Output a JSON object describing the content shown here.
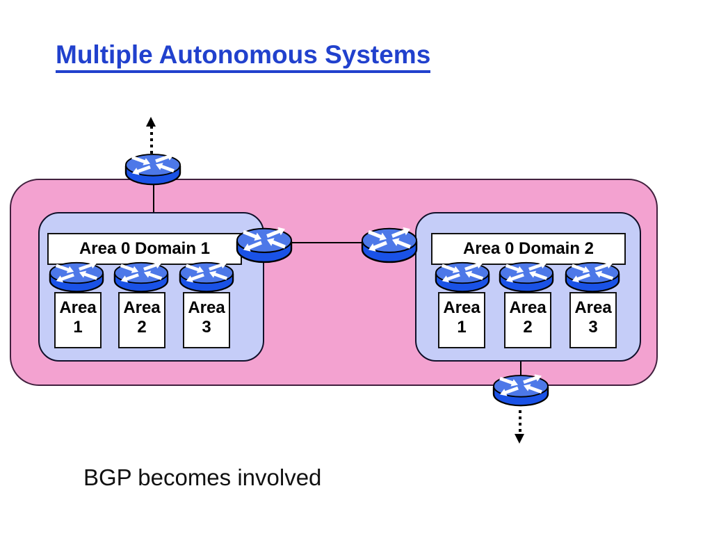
{
  "slide": {
    "title": "Multiple Autonomous Systems",
    "caption": "BGP becomes involved"
  },
  "diagram": {
    "domains": [
      {
        "label": "Area 0 Domain 1",
        "areas": [
          {
            "line1": "Area",
            "line2": "1"
          },
          {
            "line1": "Area",
            "line2": "2"
          },
          {
            "line1": "Area",
            "line2": "3"
          }
        ]
      },
      {
        "label": "Area 0 Domain 2",
        "areas": [
          {
            "line1": "Area",
            "line2": "1"
          },
          {
            "line1": "Area",
            "line2": "2"
          },
          {
            "line1": "Area",
            "line2": "3"
          }
        ]
      }
    ],
    "icons": {
      "router": "cisco-router-icon",
      "arrow_up": "dotted-arrow-up-icon",
      "arrow_down": "dotted-arrow-down-icon"
    },
    "colors": {
      "title_blue": "#2141cd",
      "as_region_fill": "#f3a2d0",
      "as_region_border": "#41203e",
      "domain_fill": "#c5cdf8",
      "domain_border": "#10102a",
      "router_top": "#4d78e8",
      "router_body": "#1a52e6",
      "connector": "#000000"
    }
  }
}
